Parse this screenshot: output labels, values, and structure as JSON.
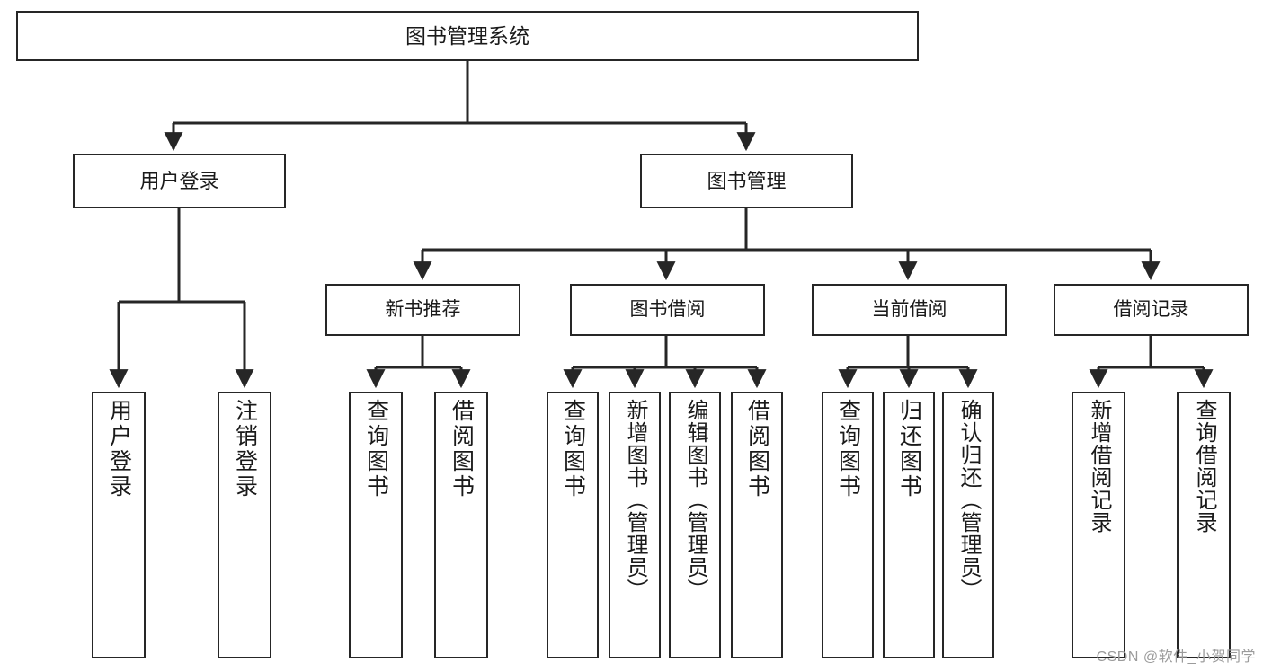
{
  "diagram": {
    "title": "图书管理系统",
    "type": "hierarchy-tree",
    "watermark": "CSDN @软件_小贺同学",
    "colors": {
      "border": "#262626",
      "background": "#ffffff",
      "text": "#1a1a1a",
      "watermark": "#9b9b9b"
    },
    "levels": {
      "root": {
        "label": "图书管理系统"
      },
      "level1": [
        {
          "id": "user-login",
          "label": "用户登录"
        },
        {
          "id": "book-management",
          "label": "图书管理"
        }
      ],
      "level2": [
        {
          "id": "new-book-recommend",
          "label": "新书推荐",
          "parent": "book-management"
        },
        {
          "id": "book-borrow",
          "label": "图书借阅",
          "parent": "book-management"
        },
        {
          "id": "current-borrow",
          "label": "当前借阅",
          "parent": "book-management"
        },
        {
          "id": "borrow-record",
          "label": "借阅记录",
          "parent": "book-management"
        }
      ],
      "leaves": [
        {
          "id": "leaf-user-login",
          "label": "用户登录",
          "parent": "user-login"
        },
        {
          "id": "leaf-user-logout",
          "label": "注销登录",
          "parent": "user-login"
        },
        {
          "id": "leaf-query-book-1",
          "label": "查询图书",
          "parent": "new-book-recommend"
        },
        {
          "id": "leaf-borrow-book-1",
          "label": "借阅图书",
          "parent": "new-book-recommend"
        },
        {
          "id": "leaf-query-book-2",
          "label": "查询图书",
          "parent": "book-borrow"
        },
        {
          "id": "leaf-add-book",
          "label": "新增图书（管理员）",
          "parent": "book-borrow"
        },
        {
          "id": "leaf-edit-book",
          "label": "编辑图书（管理员）",
          "parent": "book-borrow"
        },
        {
          "id": "leaf-borrow-book-2",
          "label": "借阅图书",
          "parent": "book-borrow"
        },
        {
          "id": "leaf-query-book-3",
          "label": "查询图书",
          "parent": "current-borrow"
        },
        {
          "id": "leaf-return-book",
          "label": "归还图书",
          "parent": "current-borrow"
        },
        {
          "id": "leaf-confirm-return",
          "label": "确认归还（管理员）",
          "parent": "current-borrow"
        },
        {
          "id": "leaf-add-record",
          "label": "新增借阅记录",
          "parent": "borrow-record"
        },
        {
          "id": "leaf-query-record",
          "label": "查询借阅记录",
          "parent": "borrow-record"
        }
      ]
    }
  }
}
